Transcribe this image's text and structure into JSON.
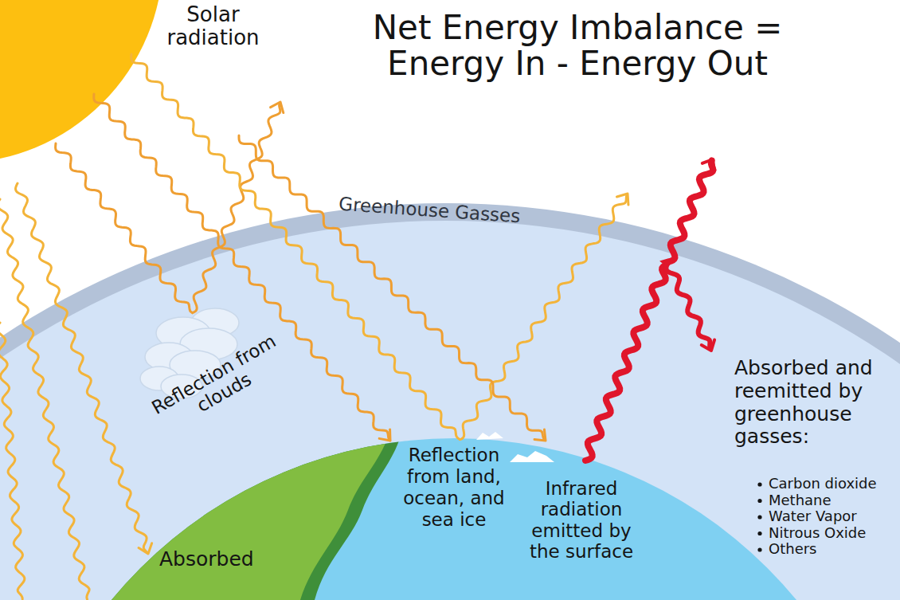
{
  "diagram": {
    "title": "Net Energy Imbalance = Energy In - Energy Out",
    "labels": [
      "Solar radiation",
      "Greenhouse Gasses",
      "Reflection from clouds",
      "Reflection from land, ocean, and sea ice",
      "Absorbed",
      "Infrared radiation emitted by the surface",
      "Absorbed and reemitted by greenhouse gasses:",
      "Carbon dioxide",
      "Methane",
      "Water Vapor",
      "Nitrous Oxide",
      "Others"
    ]
  }
}
